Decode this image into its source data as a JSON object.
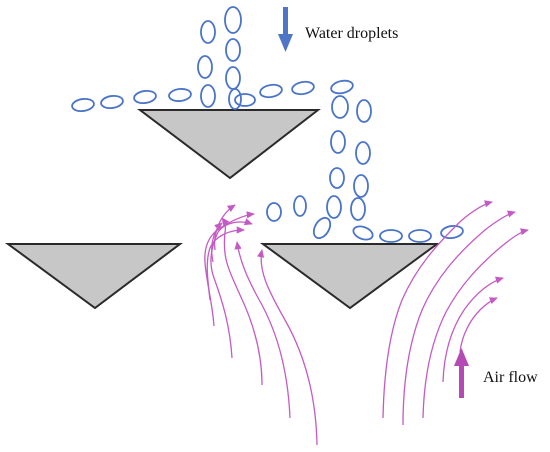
{
  "labels": {
    "water_droplets": "Water droplets",
    "air_flow": "Air flow"
  },
  "colors": {
    "droplet": "#4a74c9",
    "water_arrow": "#4f76c6",
    "air": "#c45bc4",
    "air_arrow": "#b44ab4",
    "plate_fill": "#c7c7c7",
    "plate_stroke": "#2a2a2a",
    "background": "#ffffff"
  },
  "legend": [
    {
      "key": "water",
      "icon": "down-arrow-icon",
      "text_key": "water_droplets"
    },
    {
      "key": "air",
      "icon": "up-arrow-icon",
      "text_key": "air_flow"
    }
  ],
  "plates": [
    {
      "name": "upper-left-plate"
    },
    {
      "name": "lower-left-plate"
    },
    {
      "name": "lower-right-plate"
    }
  ]
}
